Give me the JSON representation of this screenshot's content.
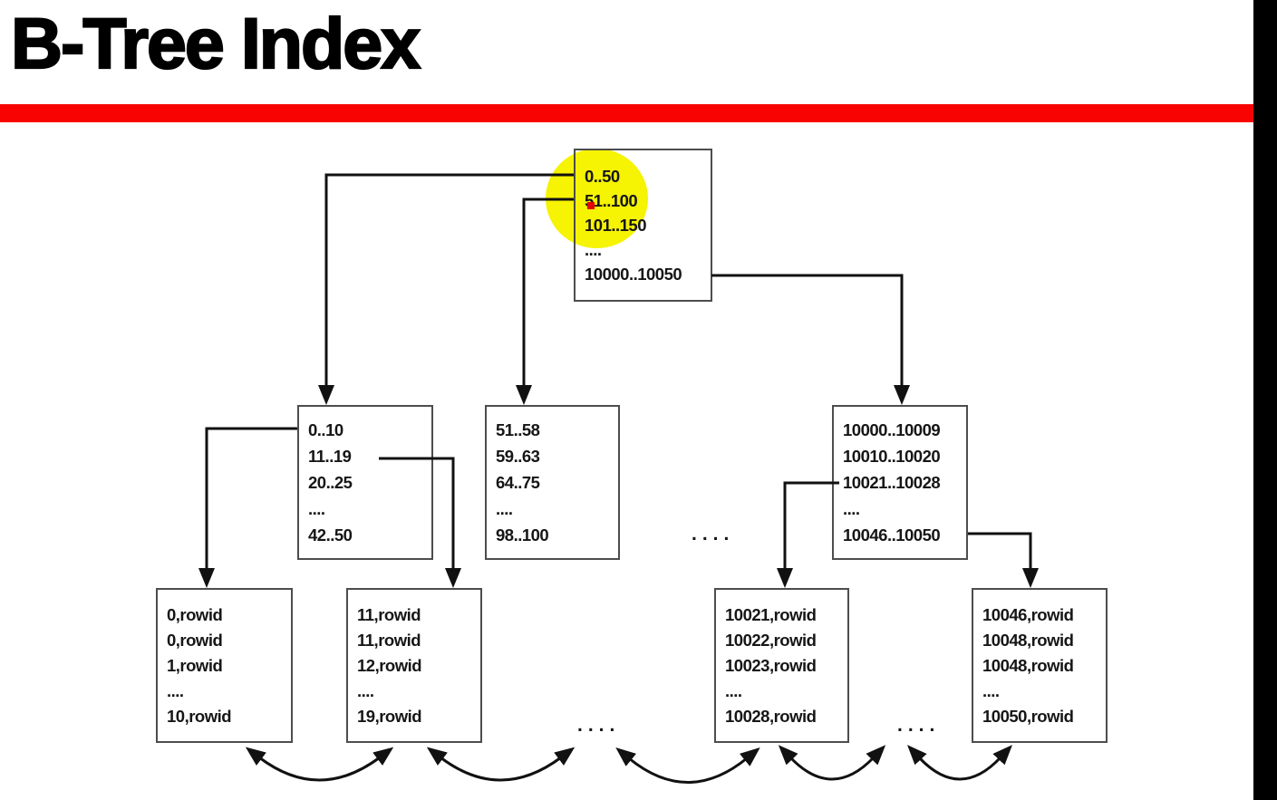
{
  "title": "B-Tree Index",
  "colors": {
    "accent_bar_red": "#f80302",
    "side_bar_black": "#000000",
    "highlight_yellow": "#f6f303",
    "marker_red": "#e80000"
  },
  "tree": {
    "root": {
      "rows": [
        "0..50",
        "51..100",
        "101..150",
        "....",
        "10000..10050"
      ]
    },
    "branches": [
      {
        "rows": [
          "0..10",
          "11..19",
          "20..25",
          "....",
          "42..50"
        ]
      },
      {
        "rows": [
          "51..58",
          "59..63",
          "64..75",
          "....",
          "98..100"
        ]
      },
      {
        "rows": [
          "10000..10009",
          "10010..10020",
          "10021..10028",
          "....",
          "10046..10050"
        ]
      }
    ],
    "branch_ellipsis": "....",
    "leaves": [
      {
        "rows": [
          "0,rowid",
          "0,rowid",
          "1,rowid",
          "....",
          "10,rowid"
        ]
      },
      {
        "rows": [
          "11,rowid",
          "11,rowid",
          "12,rowid",
          "....",
          "19,rowid"
        ]
      },
      {
        "rows": [
          "10021,rowid",
          "10022,rowid",
          "10023,rowid",
          "....",
          "10028,rowid"
        ]
      },
      {
        "rows": [
          "10046,rowid",
          "10048,rowid",
          "10048,rowid",
          "....",
          "10050,rowid"
        ]
      }
    ],
    "leaf_ellipses": [
      "....",
      "...."
    ]
  }
}
